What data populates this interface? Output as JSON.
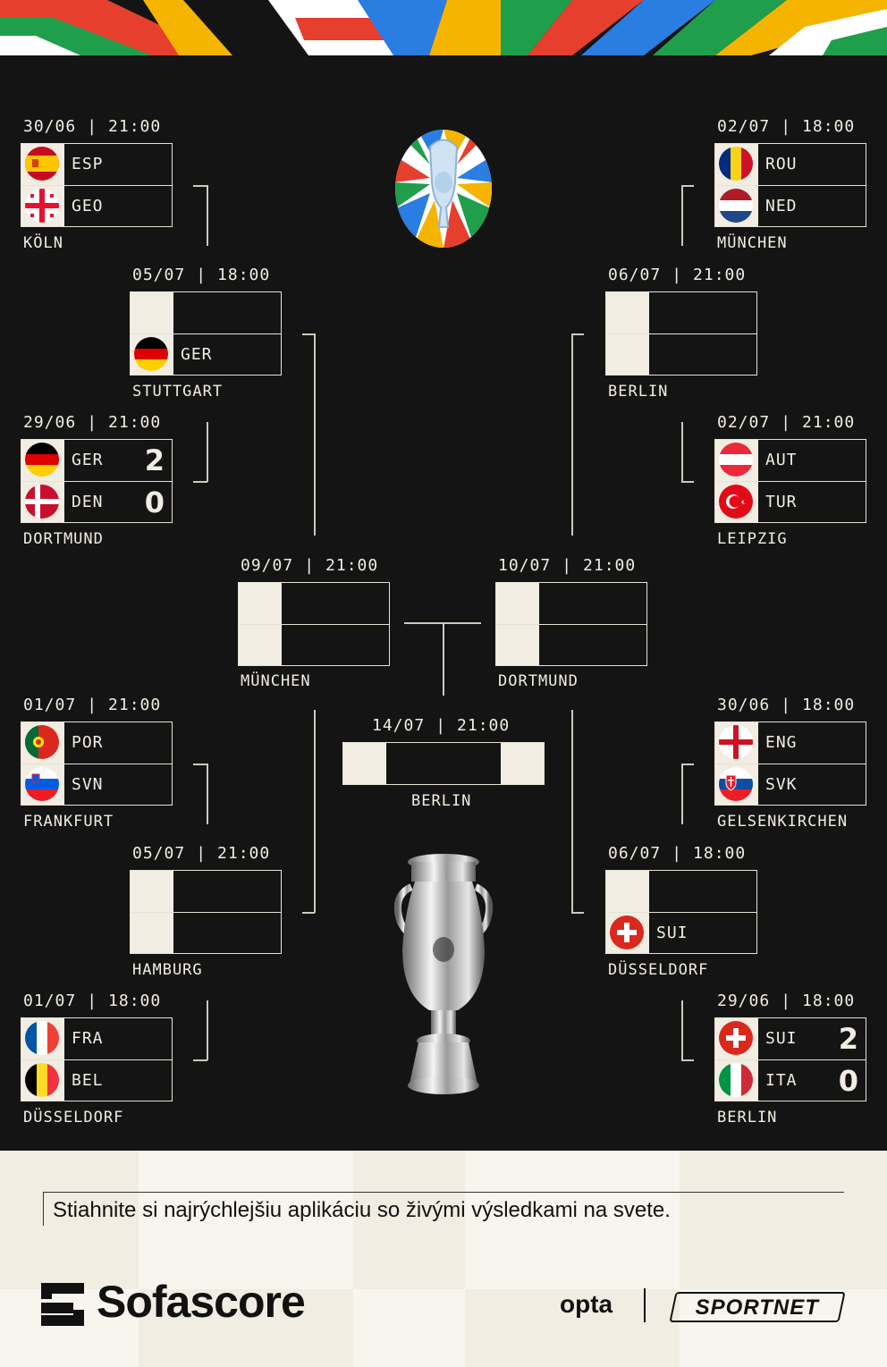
{
  "colors": {
    "background": "#141414",
    "cream": "#f2ede2",
    "footer": "#f1ede3"
  },
  "bracket": {
    "m1": {
      "date": "30/06",
      "time": "21:00",
      "team1": "ESP",
      "team2": "GEO",
      "venue": "KÖLN"
    },
    "m2": {
      "date": "29/06",
      "time": "21:00",
      "team1": "GER",
      "score1": "2",
      "team2": "DEN",
      "score2": "0",
      "venue": "DORTMUND"
    },
    "m3": {
      "date": "01/07",
      "time": "21:00",
      "team1": "POR",
      "team2": "SVN",
      "venue": "FRANKFURT"
    },
    "m4": {
      "date": "01/07",
      "time": "18:00",
      "team1": "FRA",
      "team2": "BEL",
      "venue": "DÜSSELDORF"
    },
    "m5": {
      "date": "02/07",
      "time": "18:00",
      "team1": "ROU",
      "team2": "NED",
      "venue": "MÜNCHEN"
    },
    "m6": {
      "date": "02/07",
      "time": "21:00",
      "team1": "AUT",
      "team2": "TUR",
      "venue": "LEIPZIG"
    },
    "m7": {
      "date": "30/06",
      "time": "18:00",
      "team1": "ENG",
      "team2": "SVK",
      "venue": "GELSENKIRCHEN"
    },
    "m8": {
      "date": "29/06",
      "time": "18:00",
      "team1": "SUI",
      "score1": "2",
      "team2": "ITA",
      "score2": "0",
      "venue": "BERLIN"
    },
    "qf1": {
      "date": "05/07",
      "time": "18:00",
      "team1": "",
      "team2": "GER",
      "venue": "STUTTGART"
    },
    "qf2": {
      "date": "05/07",
      "time": "21:00",
      "team1": "",
      "team2": "",
      "venue": "HAMBURG"
    },
    "qf3": {
      "date": "06/07",
      "time": "21:00",
      "team1": "",
      "team2": "",
      "venue": "BERLIN"
    },
    "qf4": {
      "date": "06/07",
      "time": "18:00",
      "team1": "",
      "team2": "SUI",
      "venue": "DÜSSELDORF"
    },
    "sf1": {
      "date": "09/07",
      "time": "21:00",
      "venue": "MÜNCHEN"
    },
    "sf2": {
      "date": "10/07",
      "time": "21:00",
      "venue": "DORTMUND"
    },
    "final": {
      "date": "14/07",
      "time": "21:00",
      "venue": "BERLIN"
    }
  },
  "separator": "|",
  "icons": {
    "tournament_logo": "euro-2024-logo",
    "trophy": "trophy-icon"
  },
  "footer": {
    "tagline": "Stiahnite si najrýchlejšiu aplikáciu so živými výsledkami na svete.",
    "brand": "Sofascore",
    "partner1": "opta",
    "partner2": "SPORTNET"
  }
}
